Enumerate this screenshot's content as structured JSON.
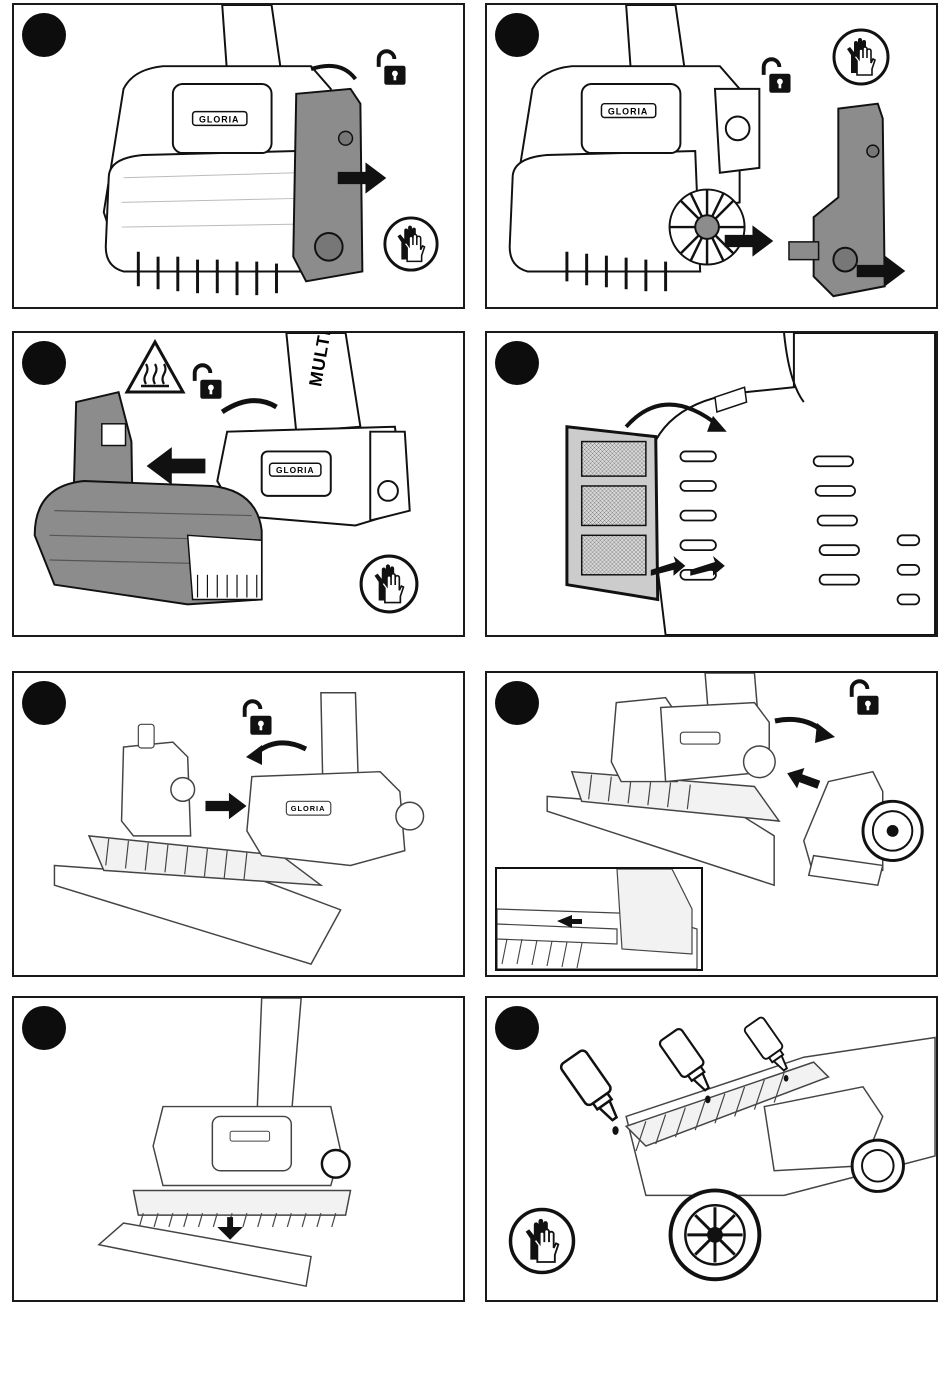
{
  "brand": {
    "name": "GLORIA",
    "handle_text": "MULTI"
  },
  "panels": [
    {
      "id": "p1",
      "icons": [
        "unlock-icon",
        "gloves-icon",
        "arrow-right-icon"
      ]
    },
    {
      "id": "p2",
      "icons": [
        "unlock-icon",
        "gloves-icon",
        "arrow-right-icon"
      ]
    },
    {
      "id": "p3",
      "icons": [
        "hot-surface-warning-icon",
        "unlock-icon",
        "gloves-icon",
        "arrow-left-icon"
      ]
    },
    {
      "id": "p4",
      "icons": [
        "rotate-arrow-icon"
      ]
    },
    {
      "id": "p5",
      "icons": [
        "unlock-icon",
        "arrow-right-icon"
      ]
    },
    {
      "id": "p6",
      "icons": [
        "unlock-icon",
        "arrow-left-icon"
      ]
    },
    {
      "id": "p7",
      "icons": [
        "arrow-down-icon"
      ]
    },
    {
      "id": "p8",
      "icons": [
        "oil-bottle-icon",
        "gloves-icon"
      ]
    }
  ],
  "colors": {
    "ink": "#1a1a1a",
    "part_grey": "#8c8c8c",
    "light_grey": "#f2f2f2"
  }
}
